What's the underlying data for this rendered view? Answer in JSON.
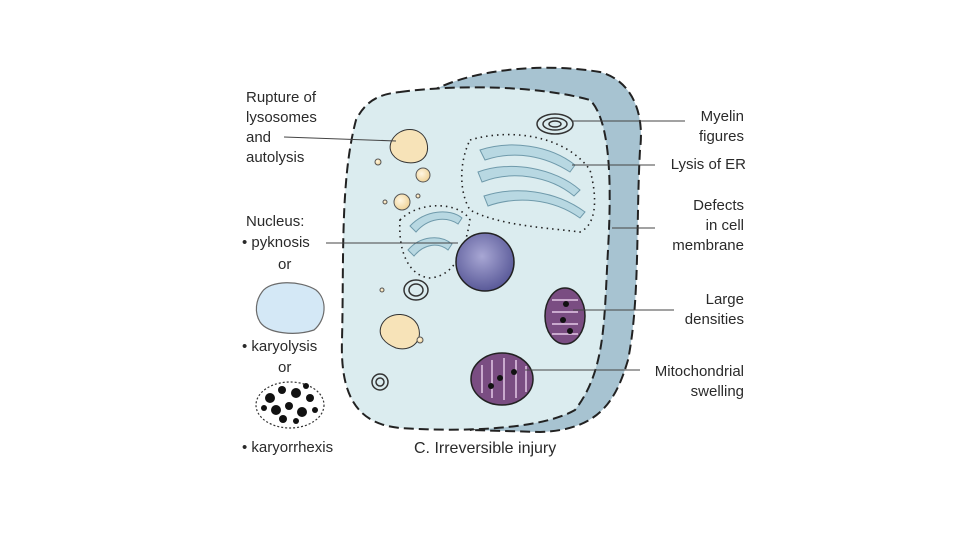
{
  "labels": {
    "rupture": "Rupture of\nlysosomes\nand\nautolysis",
    "nucleus_heading": "Nucleus:",
    "pyknosis": "• pyknosis",
    "or_1": "or",
    "karyolysis": "• karyolysis",
    "or_2": "or",
    "karyorrhexis": "• karyorrhexis",
    "myelin": "Myelin\nfigures",
    "lysis_er": "Lysis of ER",
    "defects": "Defects\nin cell\nmembrane",
    "large_densities": "Large\ndensities",
    "mito_swelling": "Mitochondrial\nswelling",
    "caption": "C. Irreversible injury"
  },
  "colors": {
    "cytoplasm": "#dbecef",
    "membrane_bleb": "#a7c3d1",
    "er": "#b8d8e2",
    "nucleus": "#6b6aa8",
    "mitochondria": "#7a4d82",
    "lysosome": "#f5ddb0",
    "karyolysis_fill": "#d4e8f6",
    "outline": "#222222"
  }
}
